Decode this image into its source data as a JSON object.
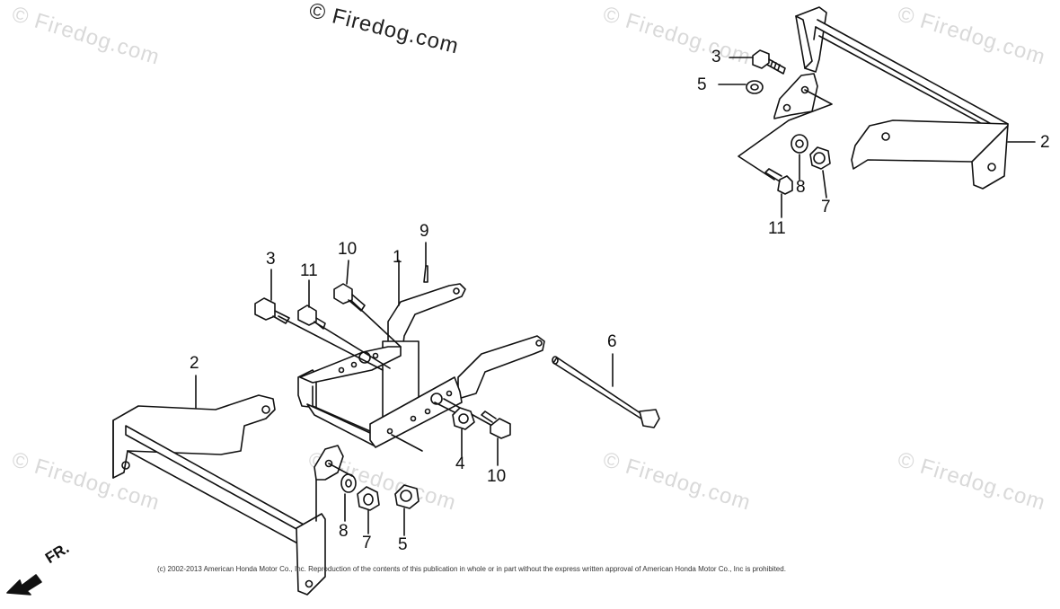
{
  "watermark_main": "© Firedog.com",
  "watermark_faint": "© Firedog.com",
  "copyright": "(c) 2002-2013 American Honda Motor Co., Inc. Reproduction of the contents of this publication in whole or in part without the express written approval of American Honda Motor Co., Inc is prohibited.",
  "front_indicator": "FR.",
  "callouts": {
    "top_right_3": "3",
    "top_right_5": "5",
    "top_right_2": "2",
    "top_right_8": "8",
    "top_right_7": "7",
    "top_right_11": "11",
    "mid_9": "9",
    "mid_10_top": "10",
    "mid_3": "3",
    "mid_11": "11",
    "mid_1": "1",
    "mid_6": "6",
    "left_2": "2",
    "mid_4": "4",
    "mid_10_bottom": "10",
    "bottom_8": "8",
    "bottom_7": "7",
    "bottom_5": "5"
  }
}
